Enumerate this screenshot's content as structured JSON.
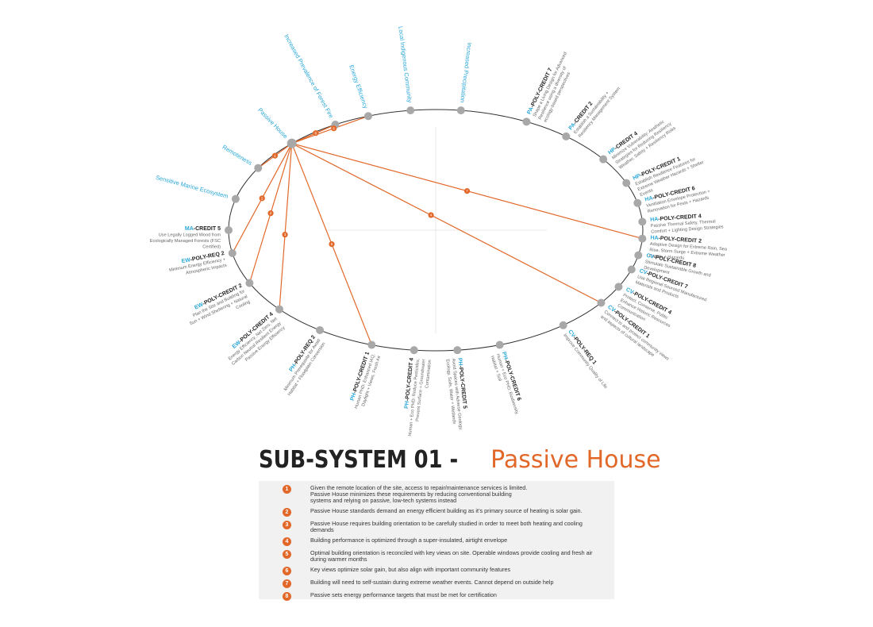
{
  "title": {
    "main": "SUB-SYSTEM 01 - ",
    "sub": "Passive House"
  },
  "colors": {
    "accent": "#e2682a",
    "blue": "#2aa7d9",
    "node": "#a8a8a8",
    "dark": "#222222",
    "gray": "#666666"
  },
  "left_labels": [
    "Sensitive Marine Ecosystem",
    "Remoteness",
    "Passive House",
    "Increased Prevalence of Forest Fire",
    "Energy Efficiency",
    "Local Indigenous Community",
    "Increased Precipitation"
  ],
  "credits_upper": [
    {
      "prefix": "PA",
      "code": "-POLY-CREDIT 7",
      "desc": [
        "Shape a Living Design for Advanced",
        "Resilience using a diversity of",
        "ecology-based perspectives"
      ]
    },
    {
      "prefix": "PA",
      "code": "-CREDIT 2",
      "desc": [
        "Establish a Sustainability +",
        "Resiliency Management System"
      ]
    },
    {
      "prefix": "HP",
      "code": "-CREDIT 4",
      "desc": [
        "Minimize Vulnerability: Aesthetic",
        "Strategies for Reducing Resiliency",
        "Weather, Safety + Resiliency Risks"
      ]
    },
    {
      "prefix": "HP",
      "code": "-POLY-CREDIT 1",
      "desc": [
        "Establish Resilience Features for",
        "Extreme Weather Hazards + Shelter",
        "Events"
      ]
    },
    {
      "prefix": "HA",
      "code": "-POLY-CREDIT 6",
      "desc": [
        "Ventilation Envelope Protection +",
        "Renovation for Pests + Hazards"
      ]
    },
    {
      "prefix": "HA",
      "code": "-POLY-CREDIT 4",
      "desc": [
        "Passive Thermal Safety, Thermal",
        "Comfort + Lighting Design Strategies"
      ]
    },
    {
      "prefix": "HA",
      "code": "-POLY-CREDIT 2",
      "desc": [
        "Adaptive Design for Extreme Rain, Sea",
        "Rise, Storm Surge + Extreme Weather",
        "Events + Hazards"
      ]
    }
  ],
  "credits_lower": [
    {
      "prefix": "CV",
      "code": "-POLY-CREDIT 8",
      "desc": [
        "Stimulate Sustainable Growth and",
        "Development"
      ]
    },
    {
      "prefix": "CV",
      "code": "-POLY-CREDIT 7",
      "desc": [
        "Use Regional Sourced Manufactured",
        "Materials and Products"
      ]
    },
    {
      "prefix": "CV",
      "code": "-POLY-CREDIT 4",
      "desc": [
        "Protect, Conserve, Public",
        "Enhance Historic Resources",
        "Communication"
      ]
    },
    {
      "prefix": "CV",
      "code": "-POLY-CREDIT 1",
      "desc": [
        "Connect to and protect community views",
        "and aspects of cultural landscape"
      ]
    },
    {
      "prefix": "CV",
      "code": "-POLY-REQ 1",
      "desc": [
        "Improve Community Quality of Life"
      ]
    },
    {
      "prefix": "PH",
      "code": "-POLY-CREDIT 6",
      "desc": [
        "Human + Eco PHD: Biodiversity,",
        "Habitat + Soil"
      ]
    },
    {
      "prefix": "PH",
      "code": "-POLY-CREDIT 5",
      "desc": [
        "Avoid Spaces with Adverse Geology,",
        "Ecology, Soils, Water + Wetlands"
      ]
    },
    {
      "prefix": "PH",
      "code": "-POLY-CREDIT 4",
      "desc": [
        "Human + Eco PHD: Reduce Pesticides,",
        "Prevent Surface + Groundwater",
        "Contamination"
      ]
    },
    {
      "prefix": "PH",
      "code": "-POLY-CREDIT 1",
      "desc": [
        "Human PHD: Enhanced IAQ,",
        "Daylight + Views, Fresh Air"
      ]
    },
    {
      "prefix": "PH",
      "code": "-POLY-REQ 2",
      "desc": [
        "Minimum Prerequisite for Avoid",
        "Habitat + Floodplain Conversion"
      ]
    },
    {
      "prefix": "EW",
      "code": "-POLY-CREDIT 4",
      "desc": [
        "Energy Efficiency, Net Zero, Net",
        "Carbon Neutral Resilient Energy",
        "Passive Energy Efficiency"
      ]
    },
    {
      "prefix": "EW",
      "code": "-POLY-CREDIT 2",
      "desc": [
        "Plan the Site and Building for",
        "Sun + Wind Sheltering + Natural",
        "Cooling"
      ]
    },
    {
      "prefix": "EW",
      "code": "-POLY-REQ 2",
      "desc": [
        "Minimum Energy Efficiency +",
        "Atmospheric Impacts"
      ]
    },
    {
      "prefix": "MA",
      "code": "-CREDIT 5",
      "desc": [
        "Use Legally Logged Wood from",
        "Ecologically Managed Forests (FSC",
        "Certified)"
      ]
    }
  ],
  "marker_numbers": [
    "1",
    "2",
    "3",
    "4",
    "5",
    "6",
    "7",
    "8"
  ],
  "legend": [
    {
      "num": "1",
      "text": [
        "Given the remote location of the site, access to repair/maintenance services is limited.",
        "Passive House minimizes these requirements by reducing conventional building",
        "systems and relying on passive, low-tech systems instead"
      ]
    },
    {
      "num": "2",
      "text": [
        "Passive House standards demand an energy efficient building as it’s primary source of heating is solar gain."
      ]
    },
    {
      "num": "3",
      "text": [
        "Passive House requires building orientation to be carefully studied in order to meet both heating and cooling",
        "demands"
      ]
    },
    {
      "num": "4",
      "text": [
        "Building performance is optimized through a super-insulated, airtight envelope"
      ]
    },
    {
      "num": "5",
      "text": [
        "Optimal building orientation is reconciled with key views on site. Operable windows provide cooling and fresh air",
        "during warmer months"
      ]
    },
    {
      "num": "6",
      "text": [
        "Key views optimize solar gain, but also align with important community features"
      ]
    },
    {
      "num": "7",
      "text": [
        "Building will need to self-sustain during extreme weather events. Cannot depend on outside help"
      ]
    },
    {
      "num": "8",
      "text": [
        "Passive sets energy performance targets that must be met for certification"
      ]
    }
  ]
}
